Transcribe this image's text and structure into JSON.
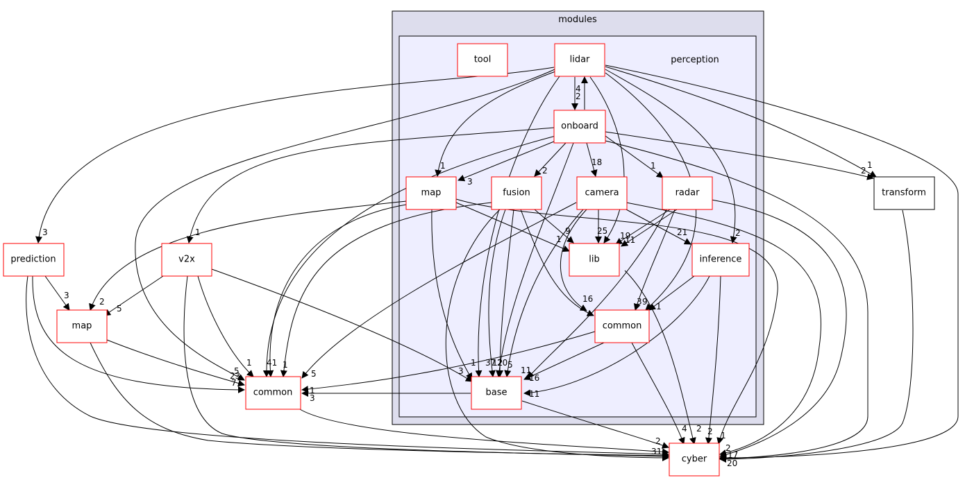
{
  "clusters": {
    "modules": "modules",
    "perception": "perception"
  },
  "colors": {
    "modules_fill": "#dddded",
    "perception_fill": "#eeeeff",
    "cluster_stroke": "#000000",
    "node_border_red": "#ff0000",
    "node_border_black": "#000000"
  },
  "nodes": {
    "tool": "tool",
    "lidar": "lidar",
    "onboard": "onboard",
    "pmap": "map",
    "fusion": "fusion",
    "camera": "camera",
    "radar": "radar",
    "lib": "lib",
    "inference": "inference",
    "pcommon": "common",
    "base": "base",
    "transform": "transform",
    "prediction": "prediction",
    "v2x": "v2x",
    "map": "map",
    "common": "common",
    "cyber": "cyber"
  },
  "edge_labels": {
    "lidar_onboard": "2",
    "onboard_lidar": "4",
    "onboard_fusion": "2",
    "onboard_camera": "18",
    "onboard_radar": "1",
    "onboard_pmap": "3",
    "lidar_pmap": "1",
    "lidar_transform": "1",
    "onboard_transform": "2",
    "lidar_prediction": "3",
    "onboard_v2x": "1",
    "lidar_inference": "2",
    "camera_lib": "25",
    "fusion_lib": "9",
    "pmap_lib": "1",
    "radar_lib_a": "19",
    "radar_lib_b": "11",
    "camera_inference": "21",
    "camera_pcommon": "16",
    "radar_pcommon": "3",
    "inference_pcommon_a": "9",
    "inference_pcommon_b": "1",
    "base_group_a": "37",
    "base_group_b": "12",
    "base_group_c": "20",
    "base_group_d": "5",
    "pcommon_base": "16",
    "radar_base": "11",
    "inference_base": "11",
    "pmap_base": "1",
    "v2x_base": "3",
    "prediction_map": "3",
    "pmap_map": "2",
    "v2x_map": "5",
    "common_a": "41",
    "common_b": "1",
    "common_c": "5",
    "common_d": "1",
    "common_e": "5",
    "common_f": "23",
    "common_g": "7",
    "base_common": "1",
    "common_base": "3",
    "cyber_a": "4",
    "cyber_b": "2",
    "cyber_c": "2",
    "cyber_d": "1",
    "cyber_e": "2",
    "cyber_f": "31",
    "cyber_g": "17",
    "cyber_h": "20",
    "cyber_i": "2"
  }
}
